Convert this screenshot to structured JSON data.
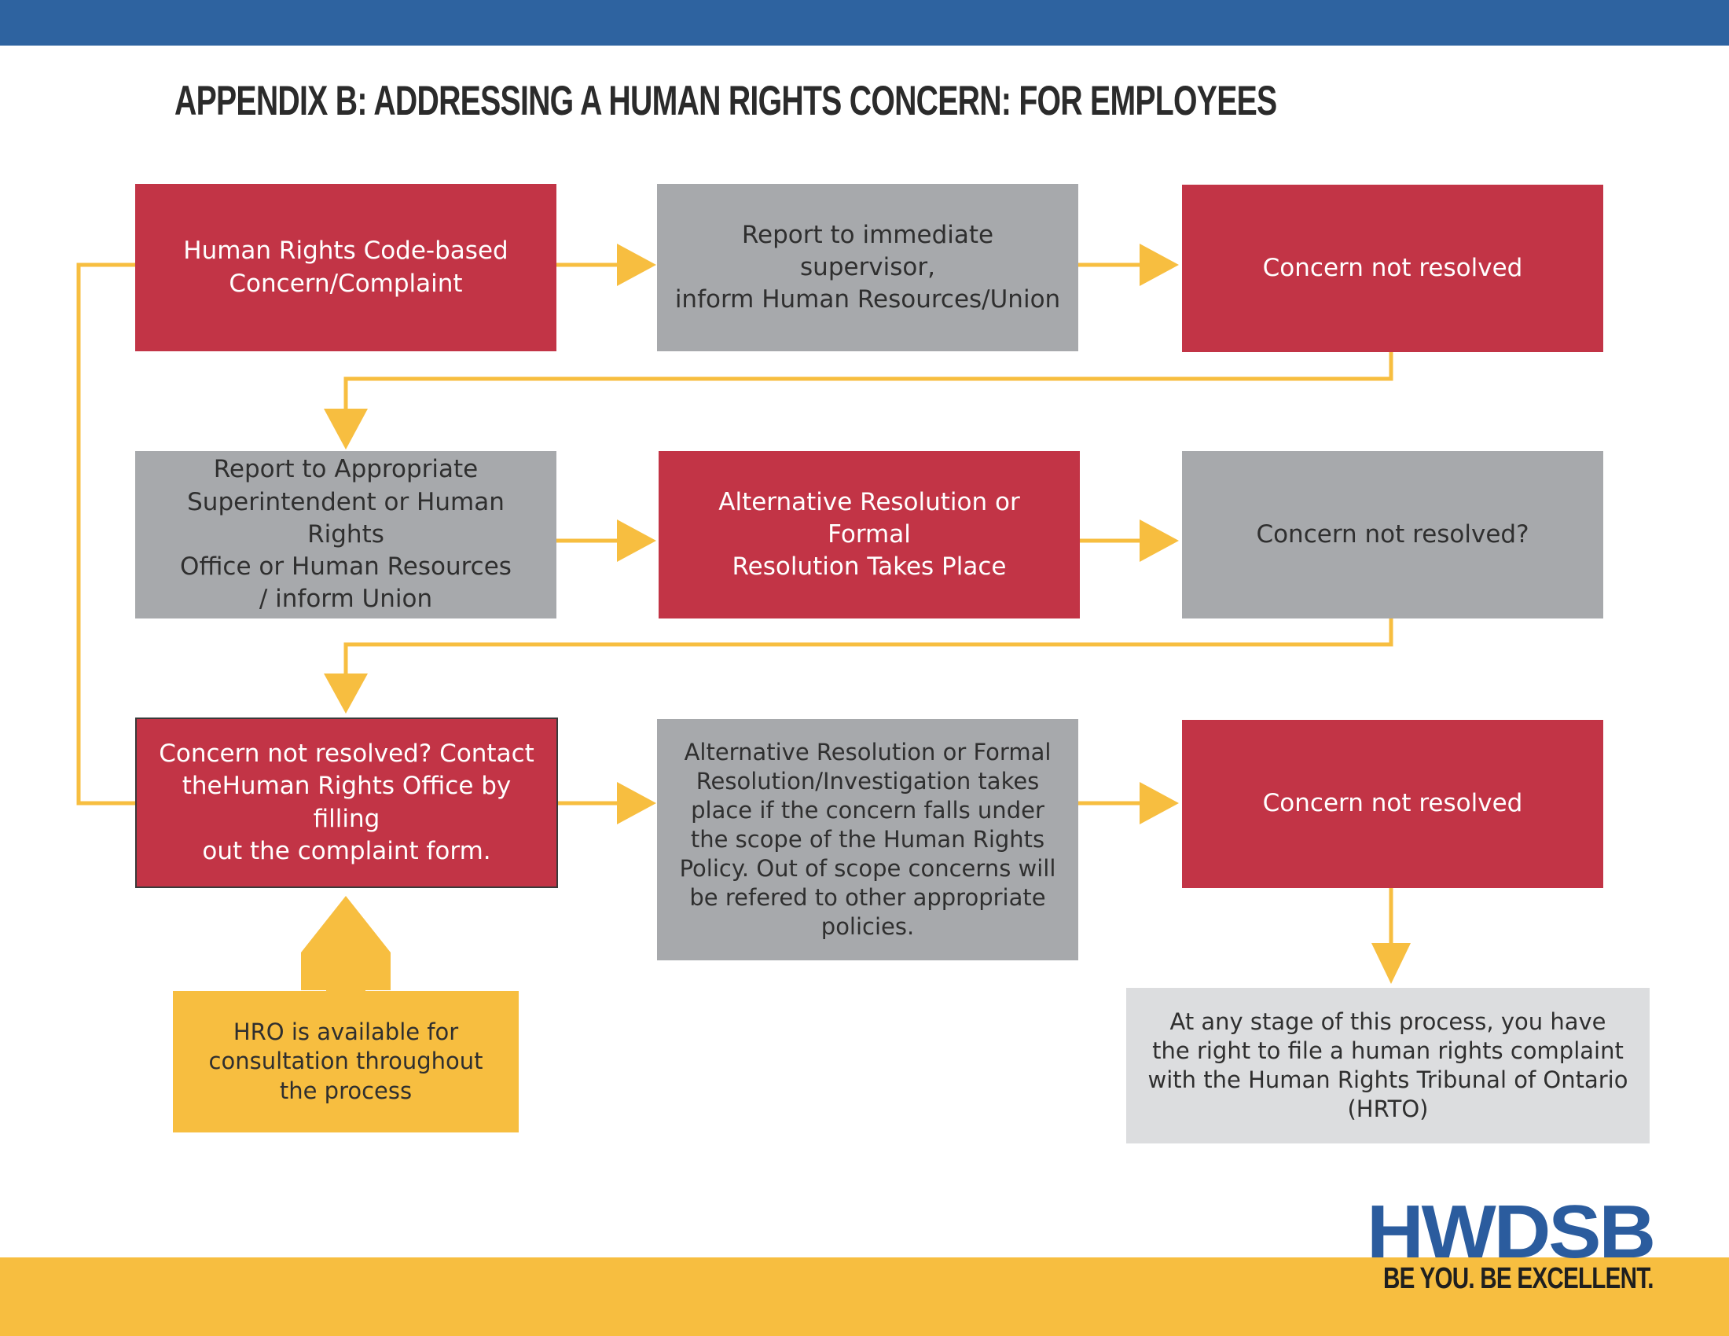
{
  "title": "APPENDIX B: ADDRESSING A HUMAN RIGHTS CONCERN: FOR EMPLOYEES",
  "colors": {
    "blue_band": "#2e63a0",
    "yellow_band": "#f7be40",
    "red_box": "#c23446",
    "grey_box": "#a7a9ac",
    "light_grey_box": "#dcdddf",
    "yellow_box": "#f7be40",
    "arrow": "#f7be40",
    "logo_blue": "#2b5c9e"
  },
  "nodes": {
    "n1": {
      "lines": [
        "Human Rights Code-based",
        "Concern/Complaint"
      ]
    },
    "n2": {
      "lines": [
        "Report to immediate supervisor,",
        "inform Human Resources/Union"
      ]
    },
    "n3": {
      "lines": [
        "Concern not resolved"
      ]
    },
    "n4": {
      "lines": [
        "Report to Appropriate",
        "Superintendent or Human Rights",
        "Office or Human Resources",
        "/ inform Union"
      ]
    },
    "n5": {
      "lines": [
        "Alternative Resolution or Formal",
        "Resolution Takes Place"
      ]
    },
    "n6": {
      "lines": [
        "Concern not resolved?"
      ]
    },
    "n7": {
      "lines": [
        "Concern not resolved? Contact",
        "theHuman Rights Office by filling",
        "out the complaint form."
      ]
    },
    "n8": {
      "lines": [
        "Alternative Resolution or Formal",
        "Resolution/Investigation takes",
        "place if the concern falls under",
        "the scope of the Human Rights",
        "Policy. Out of  scope concerns will",
        "be refered to other appropriate",
        "policies."
      ]
    },
    "n9": {
      "lines": [
        "Concern not resolved"
      ]
    },
    "n10": {
      "lines": [
        "HRO is available for",
        "consultation throughout",
        "the process"
      ]
    },
    "n11": {
      "lines": [
        "At any stage of this process, you have",
        "the right to file a human rights complaint",
        "with the Human Rights Tribunal of Ontario",
        "(HRTO)"
      ]
    }
  },
  "logo": {
    "name": "HWDSB",
    "tagline": "BE YOU. BE EXCELLENT."
  }
}
